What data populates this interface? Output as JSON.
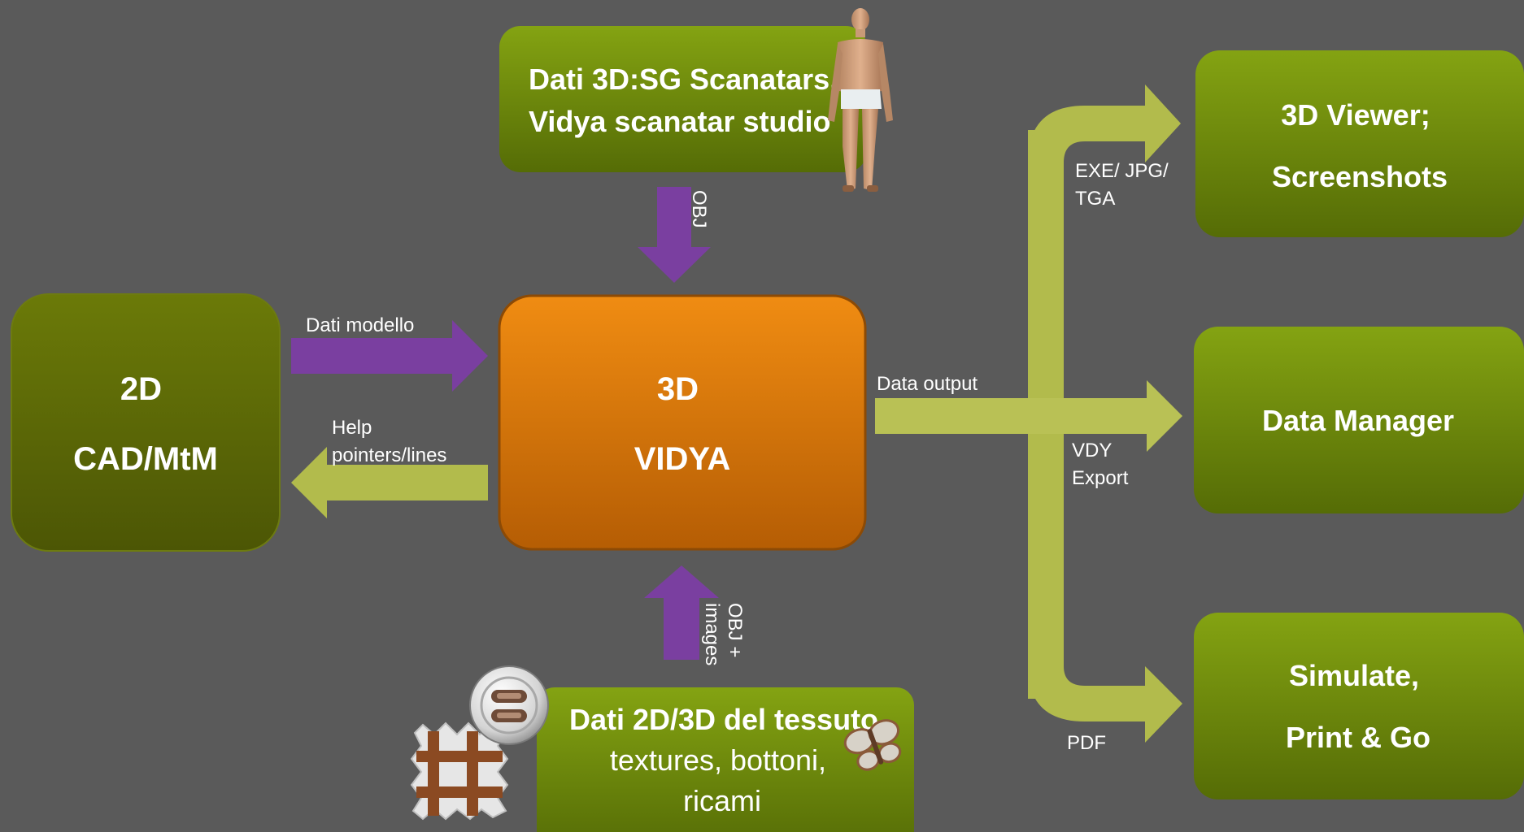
{
  "boxes": {
    "scan": {
      "line1": "Dati 3D:SG Scanatars,",
      "line2": "Vidya scanatar studio"
    },
    "cad": {
      "line1": "2D",
      "line2": "CAD/MtM"
    },
    "vidya": {
      "line1": "3D",
      "line2": "VIDYA"
    },
    "fabric": {
      "line1": "Dati 2D/3D del tessuto",
      "line2": "textures, bottoni,",
      "line3": "ricami"
    },
    "viewer": {
      "line1": "3D Viewer;",
      "line2": "Screenshots"
    },
    "data_manager": {
      "line1": "Data Manager"
    },
    "simulate": {
      "line1": "Simulate,",
      "line2": "Print & Go"
    }
  },
  "labels": {
    "obj_top": "OBJ",
    "obj_images_1": "OBJ +",
    "obj_images_2": "images",
    "dati_modello": "Dati modello",
    "help_1": "Help",
    "help_2": "pointers/lines",
    "data_output": "Data output",
    "exe_1": "EXE/ JPG/",
    "exe_2": "TGA",
    "vdy_1": "VDY",
    "vdy_2": "Export",
    "pdf": "PDF"
  },
  "icons": [
    "human-figure-icon",
    "button-icon",
    "fabric-swatch-icon",
    "butterfly-icon"
  ],
  "colors": {
    "background": "#5a5a5a",
    "box_green": "#6f8a0e",
    "box_olive": "#5d6a06",
    "box_orange": "#d9770a",
    "arrow_purple": "#7a3fa0",
    "arrow_lime": "#b2bb4c"
  }
}
